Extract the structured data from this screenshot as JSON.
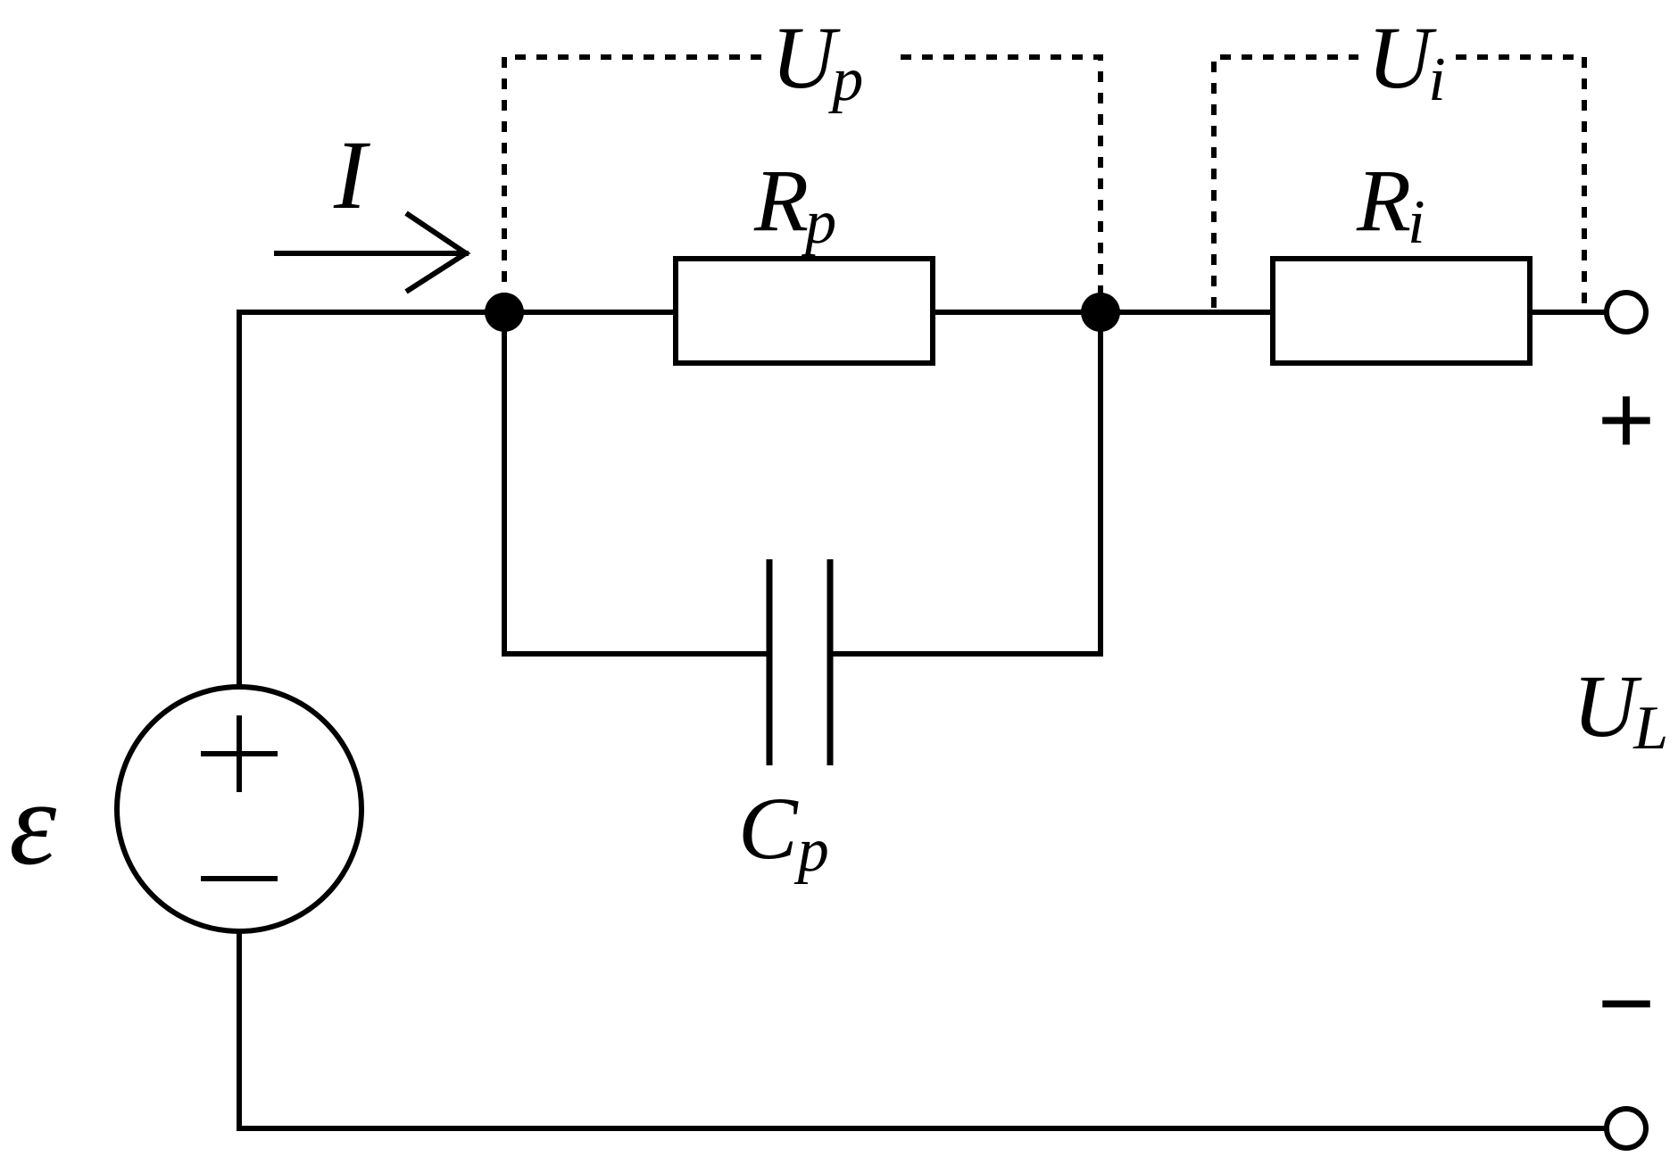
{
  "labels": {
    "current": "I",
    "emf": "ε",
    "up_main": "U",
    "up_sub": "p",
    "ui_main": "U",
    "ui_sub": "i",
    "rp_main": "R",
    "rp_sub": "p",
    "ri_main": "R",
    "ri_sub": "i",
    "cp_main": "C",
    "cp_sub": "p",
    "ul_main": "U",
    "ul_sub": "L"
  },
  "signs": {
    "source_plus": "+",
    "source_minus": "−",
    "terminal_plus": "+",
    "terminal_minus": "−"
  }
}
